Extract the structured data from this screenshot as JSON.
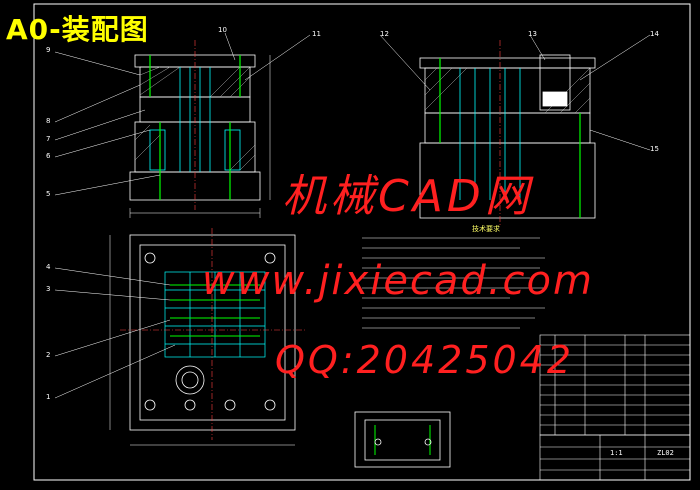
{
  "drawing": {
    "title": "A0-装配图",
    "watermark": {
      "line1": "机械CAD网",
      "line2": "www.jixiecad.com",
      "line3": "QQ:20425042"
    },
    "notes_title": "技术要求",
    "callouts": {
      "left": [
        "9",
        "8",
        "7",
        "6",
        "5"
      ],
      "plan": [
        "4",
        "3",
        "2",
        "1"
      ],
      "top": "10",
      "mid": "11",
      "right": [
        "12",
        "13",
        "14",
        "15"
      ]
    },
    "title_block": {
      "drawing_no": "ZL02",
      "scale": "1:1"
    }
  }
}
